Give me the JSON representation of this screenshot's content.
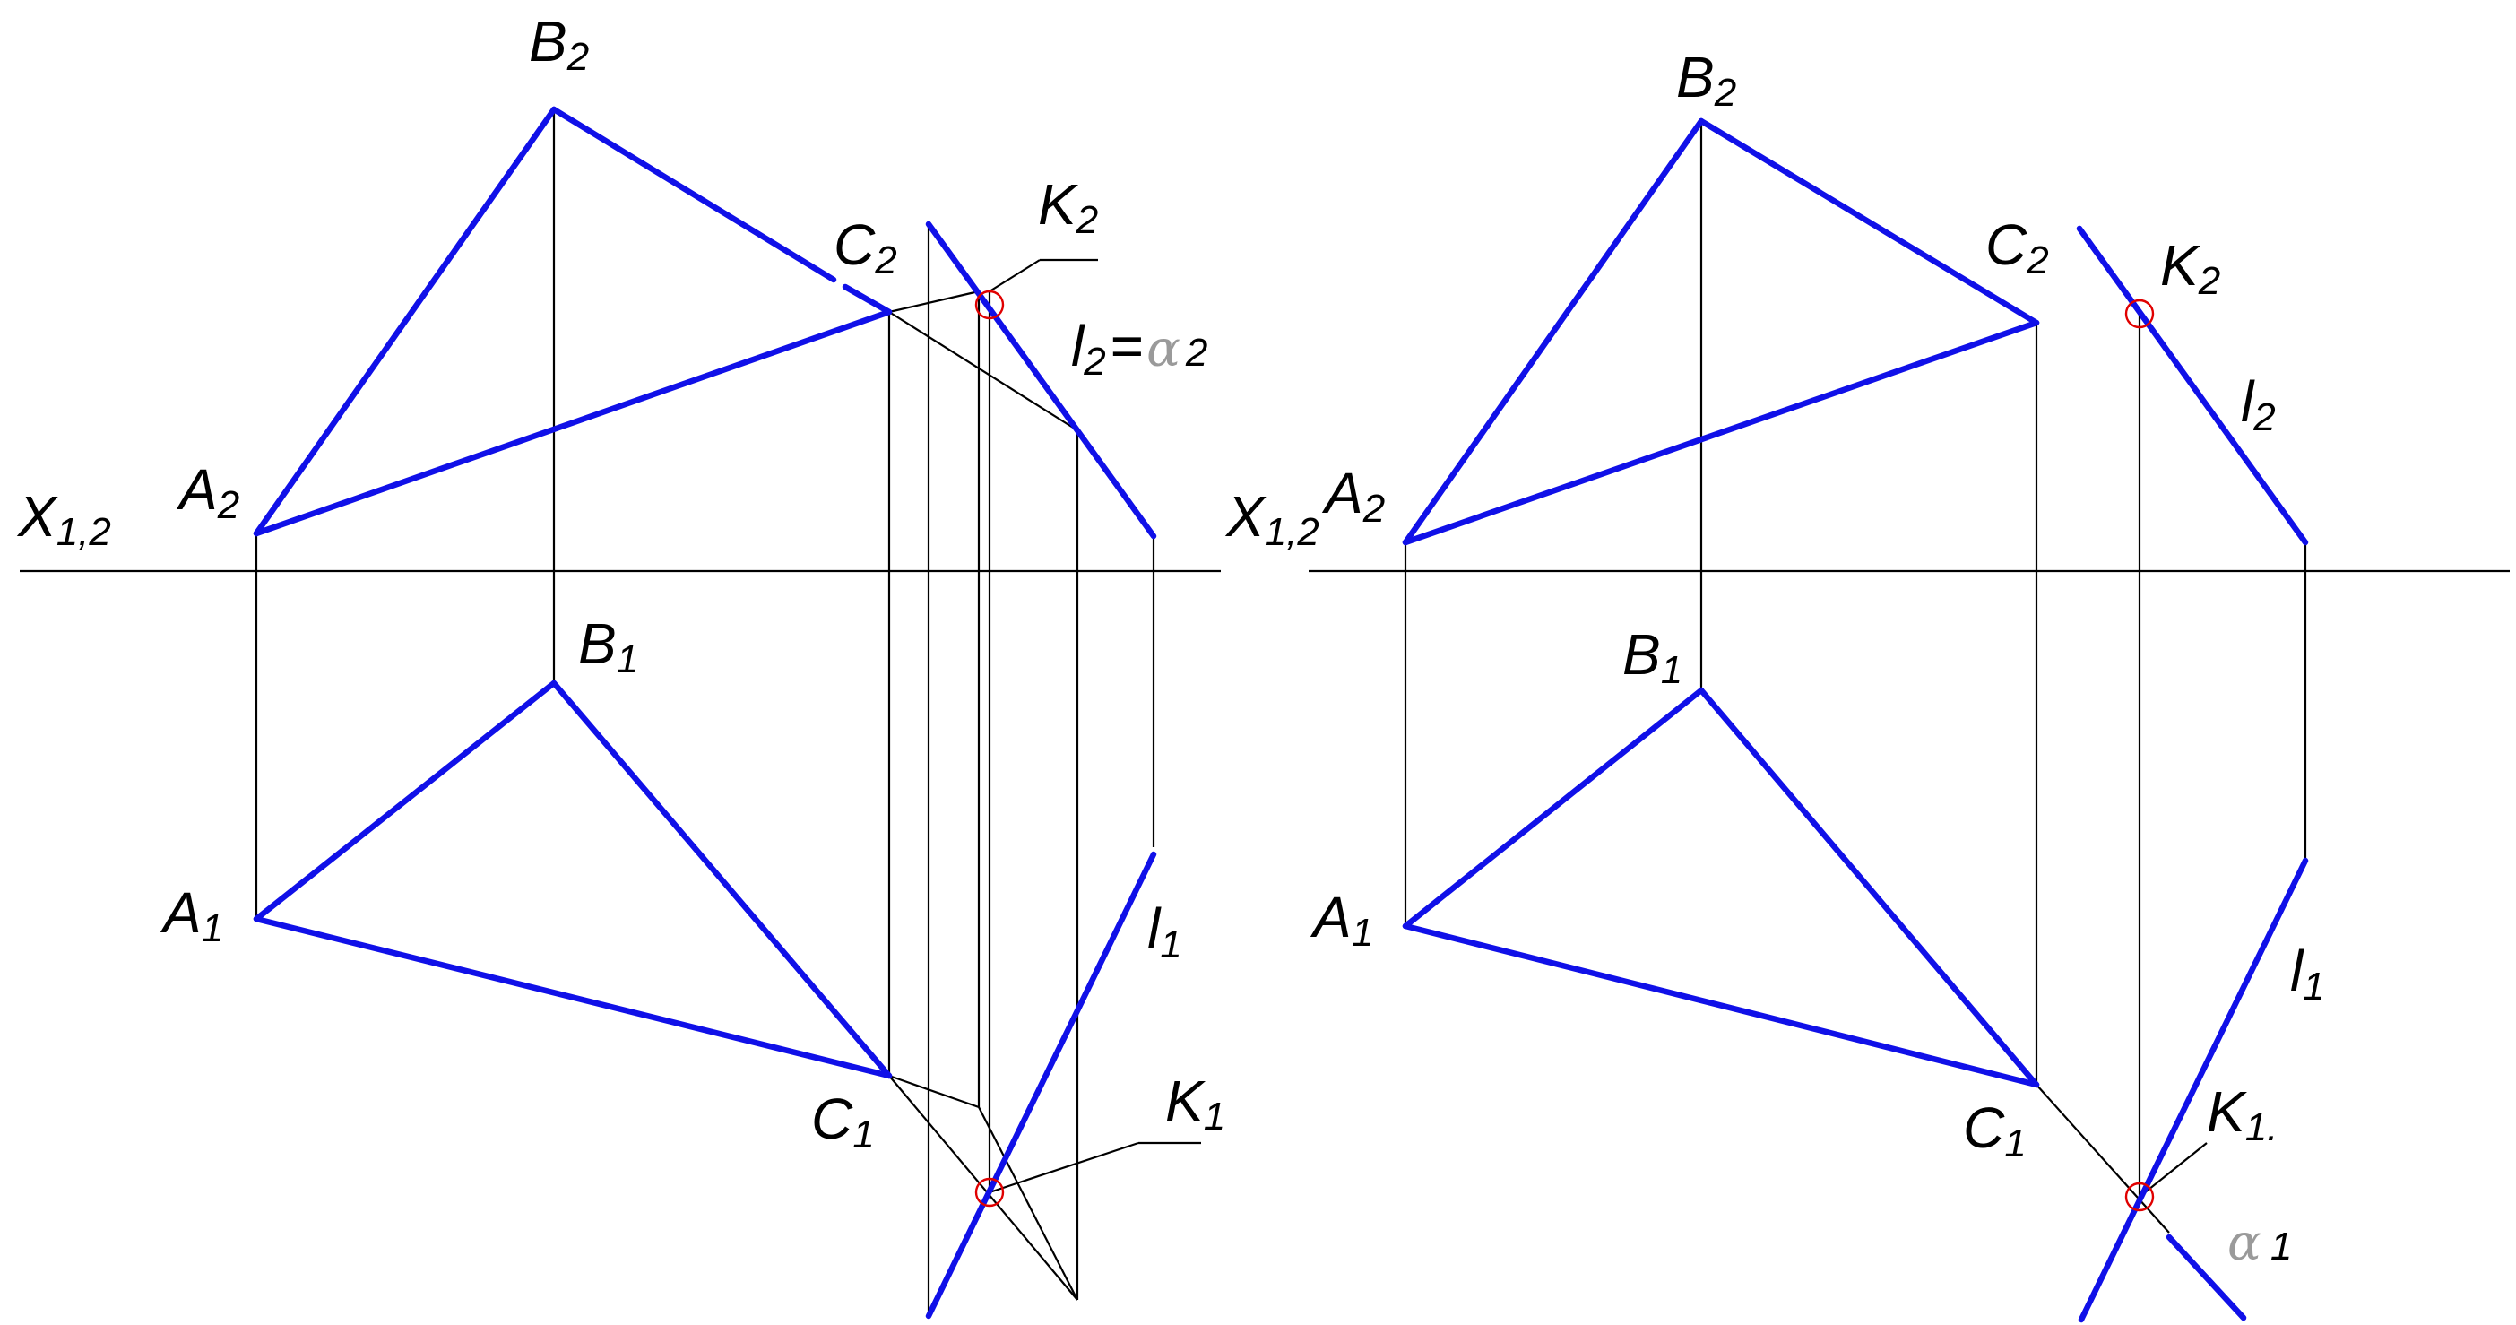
{
  "left_figure": {
    "axis_label": {
      "base": "X",
      "sub": "1,2"
    },
    "points": {
      "A2": {
        "base": "A",
        "sub": "2"
      },
      "B2": {
        "base": "B",
        "sub": "2"
      },
      "C2": {
        "base": "C",
        "sub": "2"
      },
      "K2": {
        "base": "K",
        "sub": "2"
      },
      "A1": {
        "base": "A",
        "sub": "1"
      },
      "B1": {
        "base": "B",
        "sub": "1"
      },
      "C1": {
        "base": "C",
        "sub": "1"
      },
      "K1": {
        "base": "K",
        "sub": "1"
      }
    },
    "line_l2": {
      "base": "l",
      "sub": "2",
      "equals": "=",
      "plane": "α",
      "plane_sub": "2"
    },
    "line_l1": {
      "base": "l",
      "sub": "1"
    }
  },
  "right_figure": {
    "axis_label": {
      "base": "X",
      "sub": "1,2"
    },
    "points": {
      "A2": {
        "base": "A",
        "sub": "2"
      },
      "B2": {
        "base": "B",
        "sub": "2"
      },
      "C2": {
        "base": "C",
        "sub": "2"
      },
      "K2": {
        "base": "K",
        "sub": "2"
      },
      "A1": {
        "base": "A",
        "sub": "1"
      },
      "B1": {
        "base": "B",
        "sub": "1"
      },
      "C1": {
        "base": "C",
        "sub": "1"
      },
      "K1": {
        "base": "K",
        "sub": "1."
      }
    },
    "line_l2": {
      "base": "l",
      "sub": "2"
    },
    "line_l1": {
      "base": "l",
      "sub": "1"
    },
    "plane_alpha1": {
      "plane": "α",
      "plane_sub": "1"
    }
  },
  "colors": {
    "object_lines": "#1010e8",
    "construction_lines": "#000000",
    "intersection_marker": "#e00000",
    "plane_symbol": "#9a9a9a"
  }
}
